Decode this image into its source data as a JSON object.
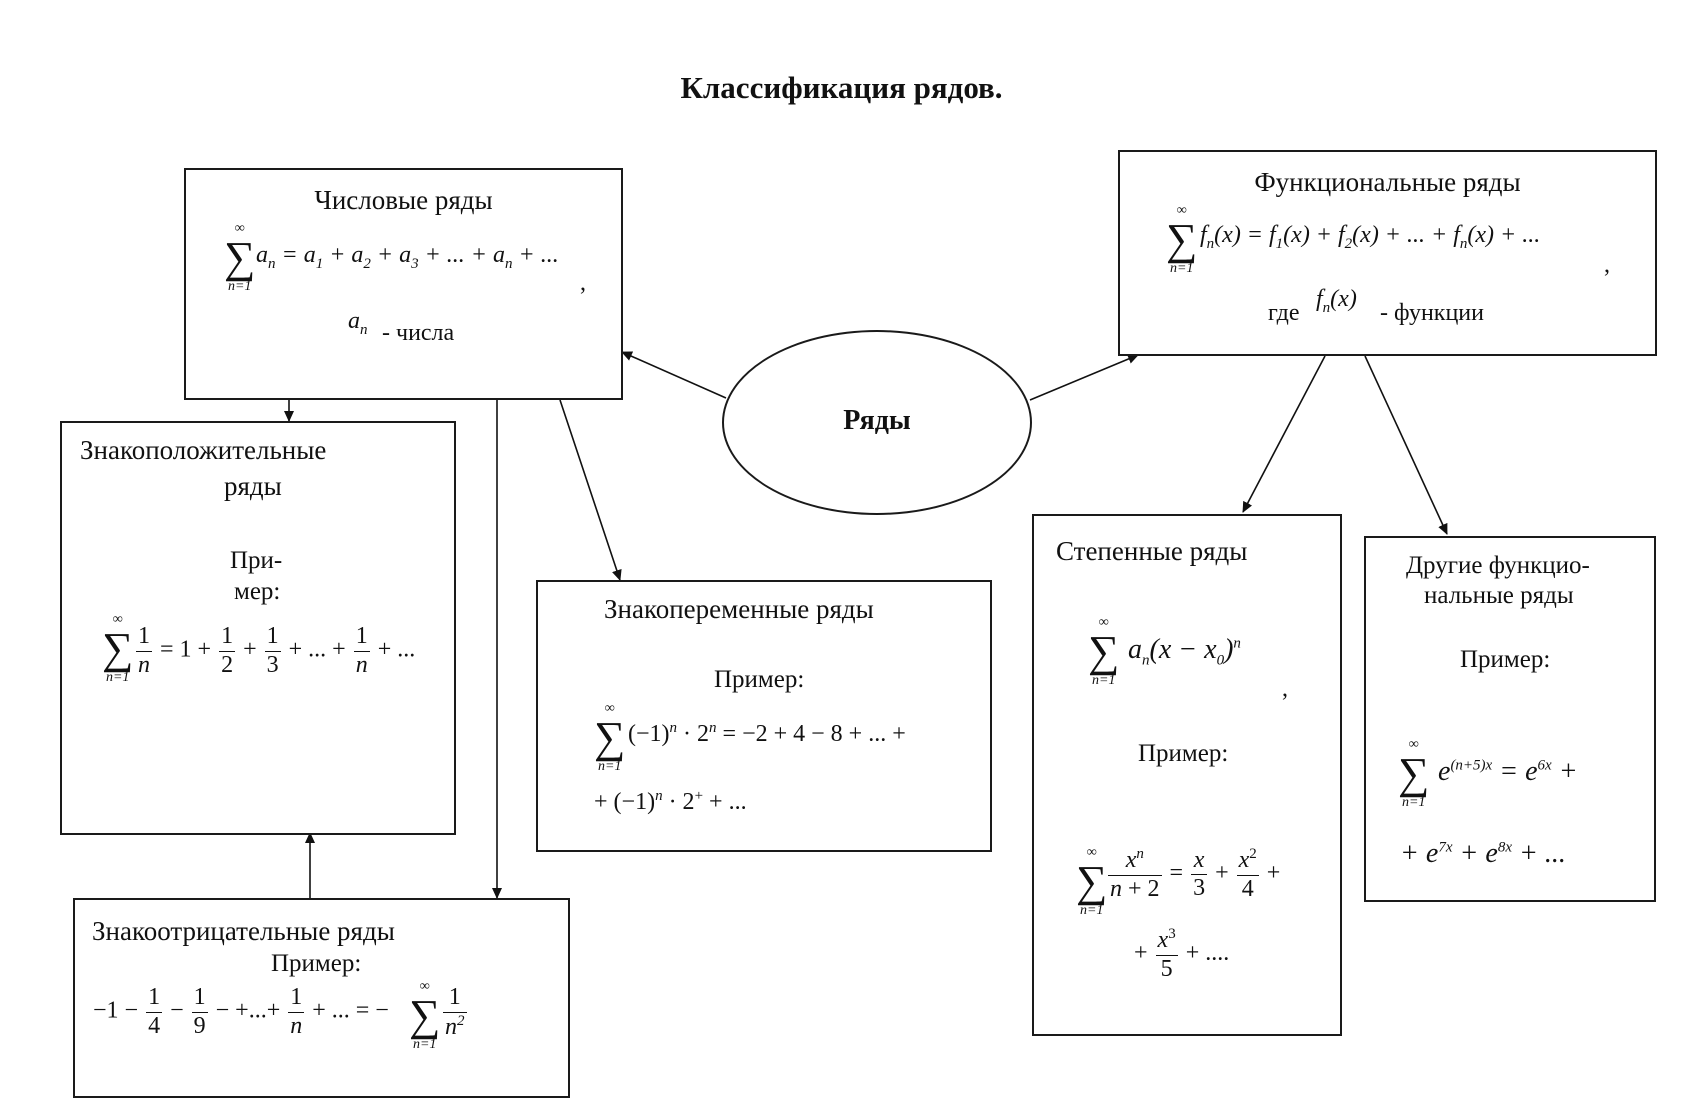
{
  "title": "Классификация рядов.",
  "center": {
    "label": "Ряды"
  },
  "numeric": {
    "title": "Числовые ряды",
    "formula": "a_n = a_1 + a_2 + a_3 + ... + a_n + ...",
    "note": "- числа"
  },
  "functional": {
    "title": "Функциональные ряды",
    "formula": "f_n(x) = f_1(x) + f_2(x) + ... + f_n(x) + ...",
    "note_prefix": "где",
    "note": "- функции"
  },
  "positive": {
    "title_line1": "Знакоположительные",
    "title_line2": "ряды",
    "example_line1": "При-",
    "example_line2": "мер:"
  },
  "alternating": {
    "title": "Знакопеременные ряды",
    "example": "Пример:"
  },
  "negative": {
    "title": "Знакоотрицательные ряды",
    "example": "Пример:"
  },
  "power": {
    "title": "Степенные ряды",
    "example": "Пример:"
  },
  "other": {
    "title_line1": "Другие функцио-",
    "title_line2": "нальные ряды",
    "example": "Пример:"
  }
}
